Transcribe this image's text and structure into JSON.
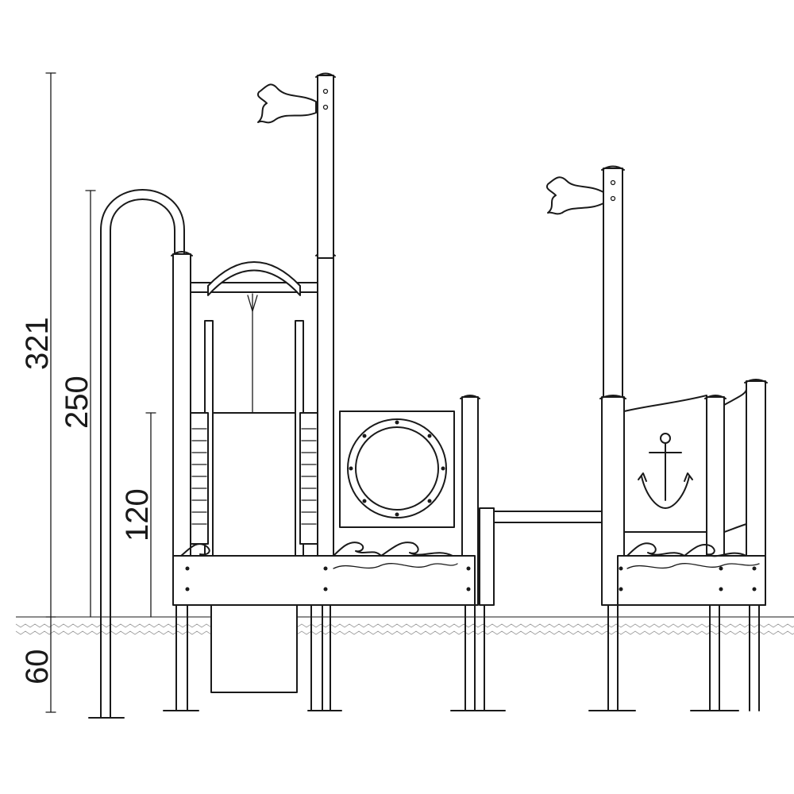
{
  "dimensions": {
    "total_height": "321",
    "arch_height": "250",
    "platform_height": "120",
    "foundation_depth": "60"
  }
}
